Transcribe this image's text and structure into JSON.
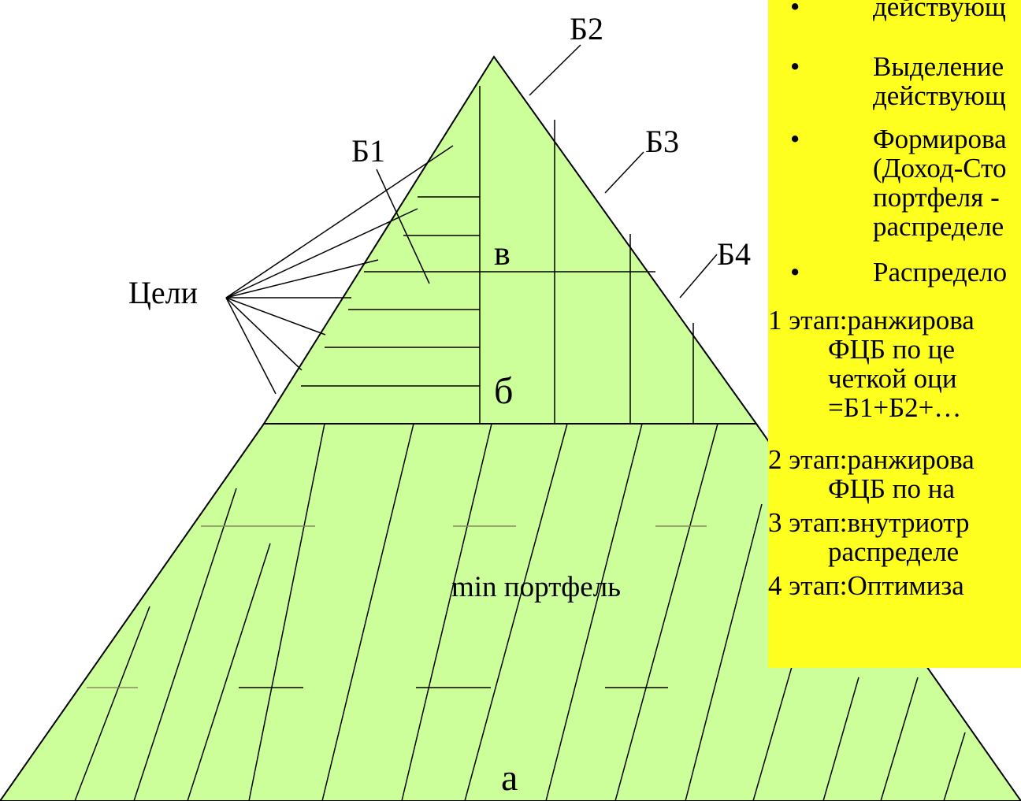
{
  "labels": {
    "b1": "Б1",
    "b2": "Б2",
    "b3": "Б3",
    "b4": "Б4",
    "goals": "Цели",
    "v": "в",
    "b": "б",
    "a": "а",
    "min_portfolio": "min портфель"
  },
  "textbox": {
    "bullets": [
      {
        "marker": "•",
        "lines": [
          "действующ"
        ]
      },
      {
        "marker": "•",
        "lines": [
          "Выделение",
          "действующ"
        ]
      },
      {
        "marker": "•",
        "lines": [
          "Формирова",
          "(Доход-Сто",
          "портфеля -",
          "распределе"
        ]
      },
      {
        "marker": "•",
        "lines": [
          "Распредело"
        ]
      }
    ],
    "stages": [
      {
        "lines": [
          "1 этап:ранжирова",
          "ФЦБ по це",
          "четкой оци",
          "=Б1+Б2+…"
        ]
      },
      {
        "lines": [
          "2 этап:ранжирова",
          "ФЦБ по на"
        ]
      },
      {
        "lines": [
          "3 этап:внутриотр",
          "распределе"
        ]
      },
      {
        "lines": [
          "4 этап:Оптимиза"
        ]
      }
    ]
  },
  "colors": {
    "pyramid_fill": "#ccff99",
    "textbox_fill": "#ffff1f",
    "line": "#000000"
  }
}
